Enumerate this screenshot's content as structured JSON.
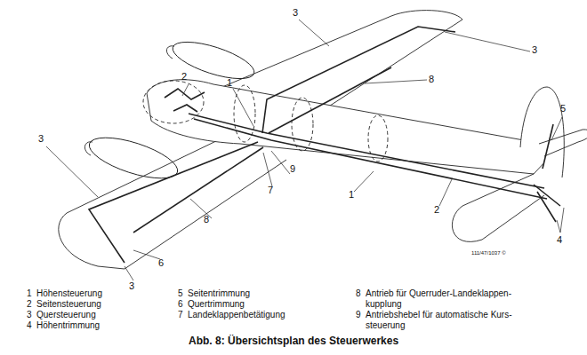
{
  "diagram": {
    "caption": "Abb. 8: Übersichtsplan des Steuerwerkes",
    "labels": [
      "3",
      "3",
      "8",
      "2",
      "1",
      "5",
      "3",
      "9",
      "7",
      "1",
      "2",
      "8",
      "4",
      "6",
      "3",
      "111/47/1037 ©",
      "1",
      "Höhensteuerung",
      "2",
      "Seitensteuerung",
      "3",
      "Quersteuerung",
      "4",
      "Höhentrimmung",
      "5",
      "Seitentrimmung",
      "6",
      "Quertrimmung",
      "7",
      "Landeklappenbetätigung",
      "8",
      "Antrieb für Querruder-Landeklappen- kupplung",
      "9",
      "Antriebshebel für automatische Kurs- steuerung"
    ]
  }
}
